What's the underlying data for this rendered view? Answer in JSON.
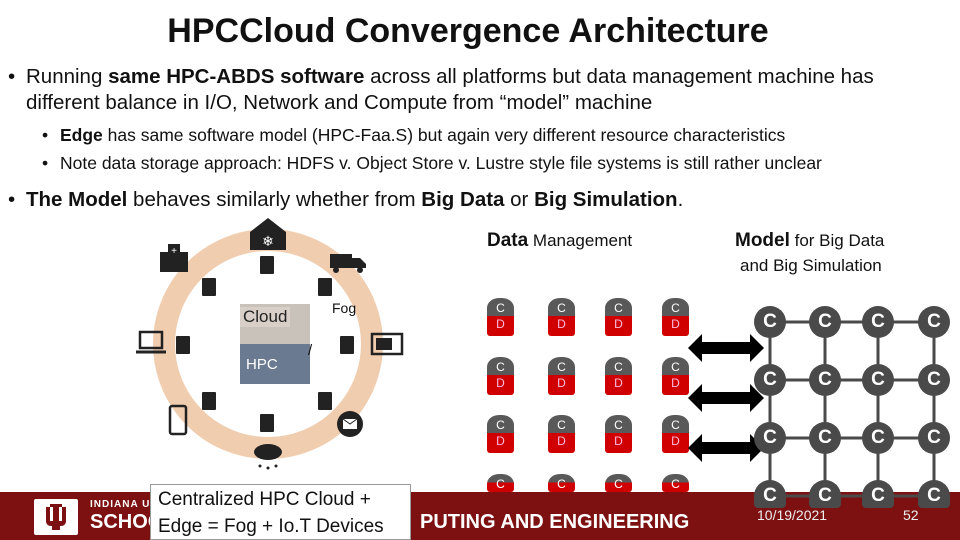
{
  "title": "HPCCloud Convergence Architecture",
  "bullets": {
    "b1": {
      "dot": "•",
      "pre": "Running ",
      "bold": "same HPC-ABDS software",
      "post": " across all platforms but data management machine has different balance in I/O, Network and Compute from “model” machine"
    },
    "b1a": {
      "dot": "•",
      "bold": "Edge",
      "post": " has same software model (HPC-Faa.S) but again very different resource characteristics"
    },
    "b1b": {
      "dot": "•",
      "text": "Note data storage approach: HDFS v. Object Store v. Lustre style file systems is still rather unclear"
    },
    "b2": {
      "dot": "•",
      "bold1": "The Model",
      "mid": " behaves similarly whether from ",
      "bold2": "Big Data",
      "mid2": " or ",
      "bold3": "Big Simulation",
      "end": "."
    }
  },
  "diagram": {
    "cloud_label": "Cloud",
    "hpc_label": "HPC",
    "fog_label": "Fog",
    "slash": "/",
    "caption_line1": "Centralized HPC Cloud +",
    "caption_line2": "Edge = Fog + Io.T Devices",
    "icons": [
      "snowflake-house-icon",
      "truck-icon",
      "hospital-icon",
      "laptop-icon",
      "microwave-icon",
      "phone-icon",
      "mail-icon",
      "rain-cloud-icon",
      "server-icon"
    ]
  },
  "data_mgmt": {
    "bold": "Data",
    "rest": " Management",
    "cell_top": "C",
    "cell_bottom": "D"
  },
  "model": {
    "bold": "Model",
    "rest": " for Big Data",
    "line2": "and Big Simulation",
    "node": "C"
  },
  "colors": {
    "ring": "#f1cdb0",
    "cd_top": "#595959",
    "cd_bottom": "#d10000",
    "node": "#4a4a4a",
    "footer": "#7d1111"
  },
  "footer": {
    "logo_top": "INDIANA UN",
    "logo_big": "SCHOO",
    "right_big": "PUTING AND ENGINEERING",
    "date": "10/19/2021",
    "page": "52"
  }
}
